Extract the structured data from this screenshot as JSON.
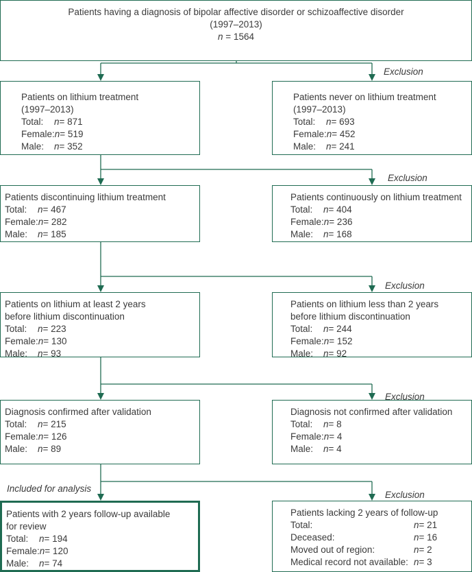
{
  "colors": {
    "line": "#1f6b52",
    "text": "#3a3a3a"
  },
  "top": {
    "title": "Patients having a diagnosis of bipolar affective disorder or schizoaffective disorder",
    "years": "(1997–2013)",
    "n": "= 1564"
  },
  "n_symbol": "n",
  "exclusion_label": "Exclusion",
  "included_label": "Included for analysis",
  "left": [
    {
      "title": "Patients on lithium treatment\n(1997–2013)",
      "rows": [
        {
          "k": "Total:",
          "v": "= 871"
        },
        {
          "k": "Female:",
          "v": "= 519"
        },
        {
          "k": "Male:",
          "v": "= 352"
        }
      ]
    },
    {
      "title": "Patients discontinuing lithium treatment",
      "rows": [
        {
          "k": "Total:",
          "v": "= 467"
        },
        {
          "k": "Female:",
          "v": "= 282"
        },
        {
          "k": "Male:",
          "v": "= 185"
        }
      ]
    },
    {
      "title": "Patients on lithium at least 2 years\nbefore lithium discontinuation",
      "rows": [
        {
          "k": "Total:",
          "v": "= 223"
        },
        {
          "k": "Female:",
          "v": "= 130"
        },
        {
          "k": "Male:",
          "v": "= 93"
        }
      ]
    },
    {
      "title": "Diagnosis confirmed after validation",
      "rows": [
        {
          "k": "Total:",
          "v": "= 215"
        },
        {
          "k": "Female:",
          "v": "= 126"
        },
        {
          "k": "Male:",
          "v": "= 89"
        }
      ]
    },
    {
      "title": "Patients with 2 years follow-up available\nfor review",
      "rows": [
        {
          "k": "Total:",
          "v": "= 194"
        },
        {
          "k": "Female:",
          "v": "= 120"
        },
        {
          "k": "Male:",
          "v": "= 74"
        }
      ]
    }
  ],
  "right": [
    {
      "title": "Patients never on lithium treatment\n(1997–2013)",
      "rows": [
        {
          "k": "Total:",
          "v": "= 693"
        },
        {
          "k": "Female:",
          "v": "= 452"
        },
        {
          "k": "Male:",
          "v": "= 241"
        }
      ]
    },
    {
      "title": "Patients continuously on lithium treatment",
      "rows": [
        {
          "k": "Total:",
          "v": "= 404"
        },
        {
          "k": "Female:",
          "v": "= 236"
        },
        {
          "k": "Male:",
          "v": "= 168"
        }
      ]
    },
    {
      "title": "Patients on lithium less than 2 years\nbefore lithium discontinuation",
      "rows": [
        {
          "k": "Total:",
          "v": "= 244"
        },
        {
          "k": "Female:",
          "v": "= 152"
        },
        {
          "k": "Male:",
          "v": "= 92"
        }
      ]
    },
    {
      "title": "Diagnosis not confirmed after validation",
      "rows": [
        {
          "k": "Total:",
          "v": "= 8"
        },
        {
          "k": "Female:",
          "v": "= 4"
        },
        {
          "k": "Male:",
          "v": "= 4"
        }
      ]
    },
    {
      "title": "Patients lacking 2 years of follow-up",
      "rows": [
        {
          "k": "Total:",
          "v": "= 21"
        },
        {
          "k": "Deceased:",
          "v": "= 16"
        },
        {
          "k": "Moved out of region:",
          "v": "= 2"
        },
        {
          "k": "Medical record not available:",
          "v": "= 3"
        }
      ]
    }
  ]
}
